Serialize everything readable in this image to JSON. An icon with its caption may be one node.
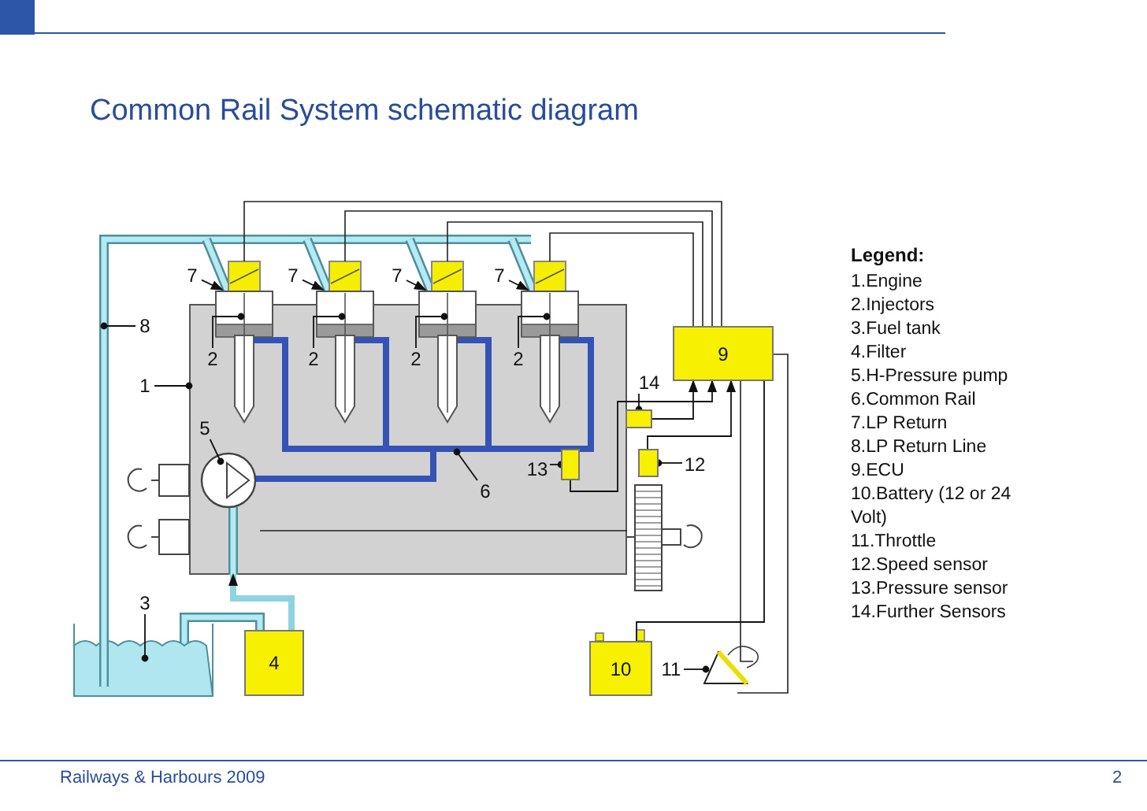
{
  "diagram": {
    "title": "Common Rail System schematic diagram",
    "nodes": [
      {
        "text": [
          "9"
        ]
      },
      {
        "text": [
          "4"
        ]
      },
      {
        "text": [
          "10"
        ]
      },
      {
        "text": [],
        "shape": "box"
      },
      {
        "text": [],
        "shape": "box",
        "in": 23
      },
      {
        "text": [],
        "shape": "box"
      },
      {
        "text": [
          "7"
        ]
      },
      {
        "text": [
          "7"
        ]
      },
      {
        "text": [
          "7"
        ]
      },
      {
        "text": [
          "7"
        ]
      },
      {
        "text": [
          "8"
        ]
      },
      {
        "text": [
          "1"
        ]
      },
      {
        "text": [
          "2"
        ],
        "in": 23
      },
      {
        "text": [
          "2"
        ],
        "in": 23
      },
      {
        "text": [
          "2"
        ],
        "in": 23
      },
      {
        "text": [
          "2"
        ],
        "in": 23
      },
      {
        "text": [
          "5"
        ],
        "in": 23
      },
      {
        "text": [
          "3"
        ]
      },
      {
        "text": [
          "6"
        ],
        "in": 23
      },
      {
        "text": [
          "13"
        ],
        "in": 23
      },
      {
        "text": [
          "14"
        ]
      },
      {
        "text": [
          "12"
        ]
      },
      {
        "text": [
          "11"
        ]
      },
      {
        "text": [],
        "shape": "box"
      }
    ],
    "edges": [
      {
        "from": 6,
        "to": null,
        "arrow": "to"
      },
      {
        "from": 7,
        "to": null,
        "arrow": "to"
      },
      {
        "from": 8,
        "to": null,
        "arrow": "to"
      },
      {
        "from": 9,
        "to": null,
        "arrow": "to"
      },
      {
        "from": 10,
        "to": null,
        "arrow": "other"
      },
      {
        "from": 11,
        "to": 23,
        "arrow": "other"
      },
      {
        "from": 12,
        "to": null,
        "arrow": "other"
      },
      {
        "from": 13,
        "to": null,
        "arrow": "other"
      },
      {
        "from": 14,
        "to": null,
        "arrow": "other"
      },
      {
        "from": 15,
        "to": null,
        "arrow": "other"
      },
      {
        "from": 16,
        "to": null,
        "arrow": "other"
      },
      {
        "from": 17,
        "to": null,
        "arrow": "other"
      },
      {
        "from": 18,
        "to": null,
        "arrow": "other"
      },
      {
        "from": 19,
        "to": 4,
        "arrow": "other"
      },
      {
        "from": 20,
        "to": 3,
        "arrow": "other"
      },
      {
        "from": 21,
        "to": 5,
        "arrow": "other"
      },
      {
        "from": 22,
        "to": null,
        "arrow": "other"
      },
      {
        "from": 3,
        "to": 0,
        "arrow": "to"
      },
      {
        "from": 4,
        "to": 0,
        "arrow": "to"
      },
      {
        "from": 5,
        "to": 0,
        "arrow": "to"
      },
      {
        "from": 0,
        "to": 2,
        "arrow": "none"
      },
      {
        "from": 1,
        "to": 23,
        "arrow": "to",
        "style": "thick",
        "color": "#8fd3e0"
      }
    ],
    "labels": [
      "Legend:",
      "1.Engine",
      "2.Injectors",
      "3.Fuel tank",
      "4.Filter",
      "5.H-Pressure pump",
      "6.Common Rail",
      "7.LP Return",
      "8.LP Return Line",
      "9.ECU",
      "10.Battery (12 or 24 Volt)",
      "11.Throttle",
      "12.Speed sensor",
      "13.Pressure sensor",
      "14.Further Sensors",
      "Railways & Harbours 2009",
      "2"
    ]
  }
}
